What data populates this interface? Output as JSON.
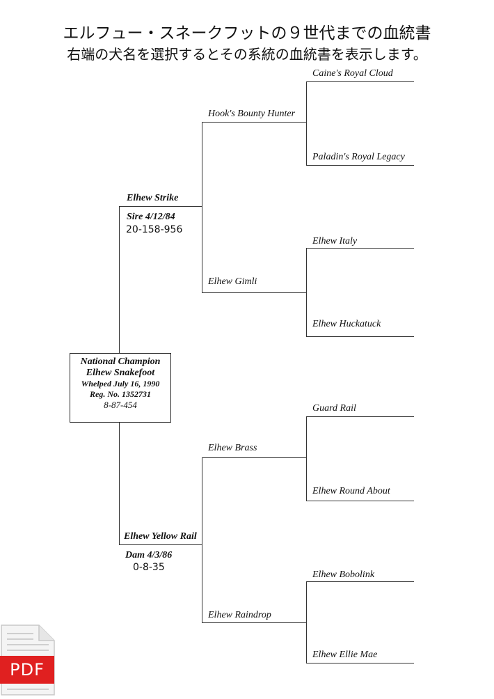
{
  "header": {
    "title": "エルフュー・スネークフットの９世代までの血統書",
    "subtitle": "右端の犬名を選択するとその系統の血統書を表示します。"
  },
  "subject": {
    "title": "National Champion",
    "name": "Elhew Snakefoot",
    "whelped": "Whelped July 16, 1990",
    "reg_no": "Reg. No. 1352731",
    "number": "8-87-454"
  },
  "sire": {
    "name": "Elhew Strike",
    "detail": "Sire  4/12/84",
    "number": "20-158-956"
  },
  "dam": {
    "name": "Elhew Yellow Rail",
    "detail": "Dam  4/3/86",
    "number": "0-8-35"
  },
  "grandparents": {
    "sire_sire": "Hook's Bounty Hunter",
    "sire_dam": "Elhew Gimli",
    "dam_sire": "Elhew Brass",
    "dam_dam": "Elhew Raindrop"
  },
  "great_grandparents": [
    "Caine's Royal Cloud",
    "Paladin's Royal Legacy",
    "Elhew Italy",
    "Elhew Huckatuck",
    "Guard Rail",
    "Elhew Round About",
    "Elhew Bobolink",
    "Elhew Ellie Mae"
  ],
  "pdf_icon": {
    "label": "PDF",
    "color": "#e02020"
  }
}
